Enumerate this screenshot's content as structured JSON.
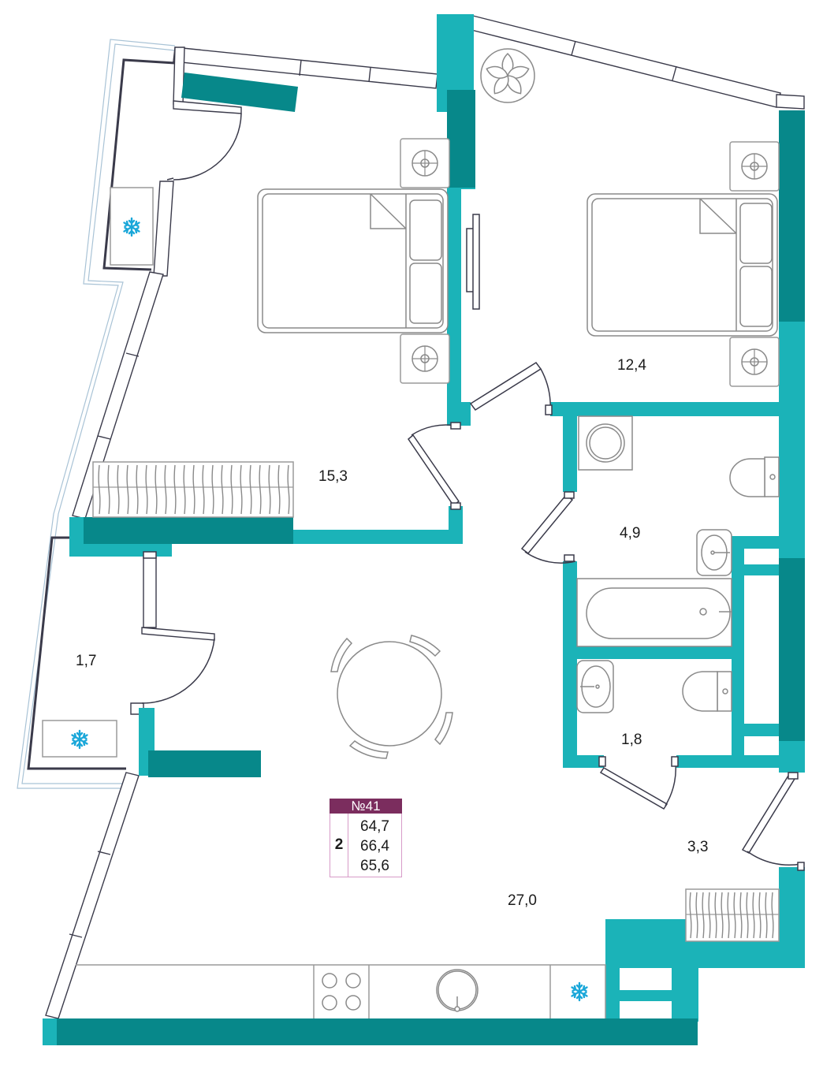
{
  "plan": {
    "apartment_number": "№41",
    "room_count": "2",
    "areas": [
      "64,7",
      "66,4",
      "65,6"
    ],
    "rooms": [
      {
        "id": "bedroom-1",
        "area": "15,3"
      },
      {
        "id": "bedroom-2",
        "area": "12,4"
      },
      {
        "id": "bathroom",
        "area": "4,9"
      },
      {
        "id": "balcony",
        "area": "1,7"
      },
      {
        "id": "wc",
        "area": "1,8"
      },
      {
        "id": "hallway",
        "area": "3,3"
      },
      {
        "id": "living-kitchen",
        "area": "27,0"
      }
    ]
  },
  "colors": {
    "wall": "#1bb3b8",
    "wall_dark": "#07888a",
    "furniture": "#8a8a8a",
    "outline": "#3a3a4a",
    "badge_head": "#7b2d5e",
    "snowflake": "#1aa7d9"
  },
  "icons": [
    "snowflake-icon",
    "plant-icon",
    "stove-icon",
    "sink-icon",
    "bed-icon",
    "toilet-icon",
    "bathtub-icon",
    "washer-icon",
    "dining-table-icon",
    "radiator-icon"
  ]
}
